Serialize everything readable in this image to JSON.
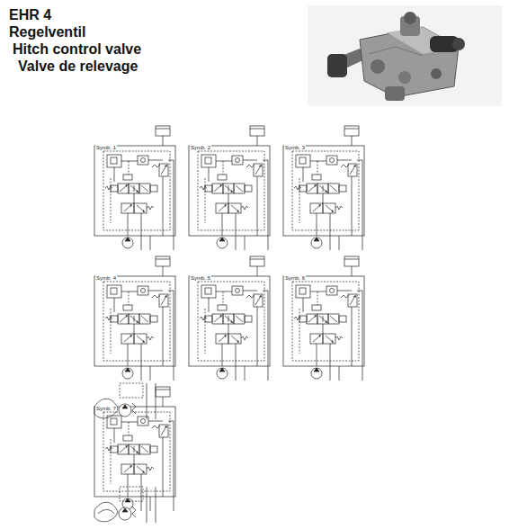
{
  "diagram": {
    "title": "EHR 4",
    "nodes": [
      {
        "text": [
          "Symb. 1"
        ]
      },
      {
        "text": [
          "Symb. 2"
        ]
      },
      {
        "text": [
          "Symb. 3"
        ]
      },
      {
        "text": [
          "Symb. 4"
        ]
      },
      {
        "text": [
          "Symb. 5"
        ]
      },
      {
        "text": [
          "Symb. 6"
        ]
      },
      {
        "text": [
          "Symb. 7"
        ]
      }
    ],
    "labels": [
      "Regelventil",
      "Hitch control valve",
      "Valve de relevage"
    ]
  }
}
